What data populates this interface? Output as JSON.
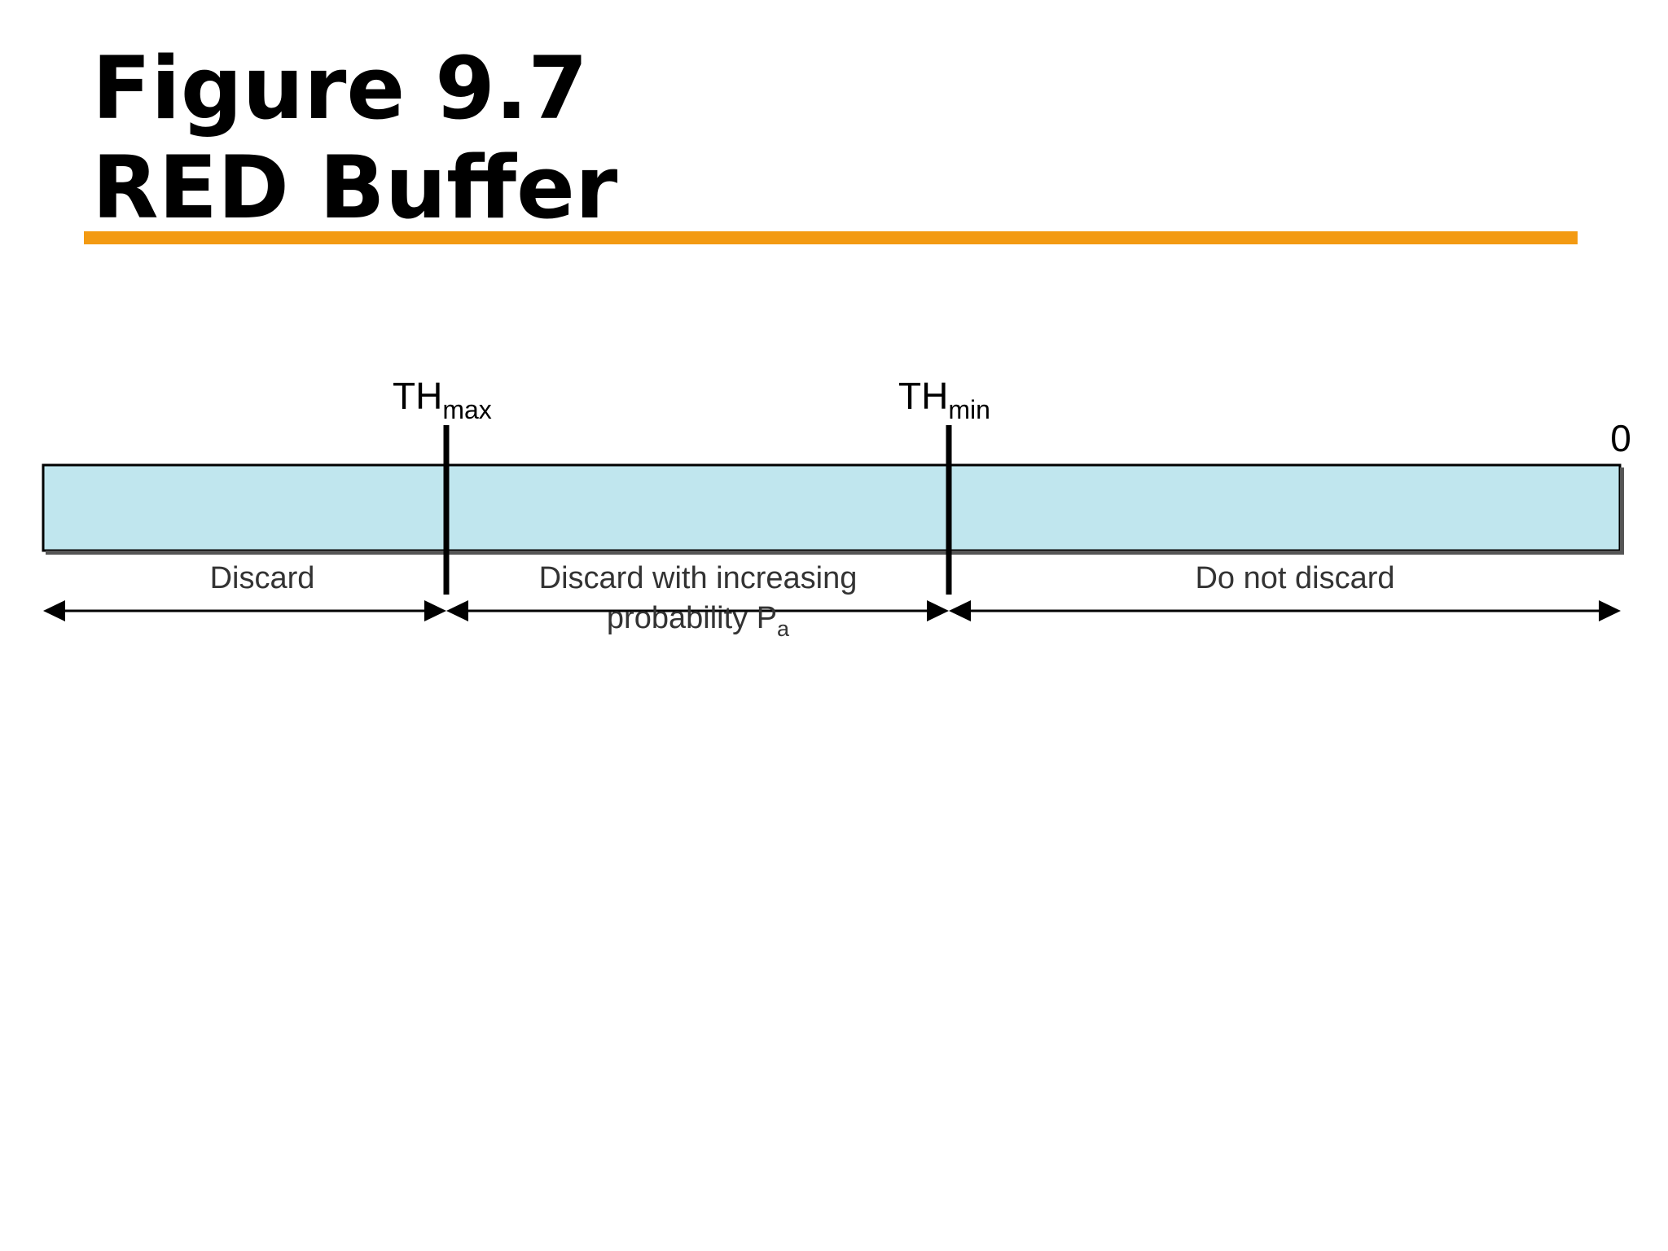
{
  "title": {
    "line1": "Figure 9.7",
    "line2": "RED Buffer"
  },
  "colors": {
    "accent_rule": "#f39a12",
    "buffer_fill": "#c0e6ee",
    "stroke": "#000000",
    "region_text": "#333333"
  },
  "diagram": {
    "thresholds": {
      "max": {
        "base": "TH",
        "subscript": "max"
      },
      "min": {
        "base": "TH",
        "subscript": "min"
      }
    },
    "zero_label": "0",
    "regions": [
      {
        "line1": "Discard"
      },
      {
        "line1": "Discard with increasing",
        "line2_base": "probability P",
        "line2_subscript": "a"
      },
      {
        "line1": "Do not discard"
      }
    ]
  }
}
